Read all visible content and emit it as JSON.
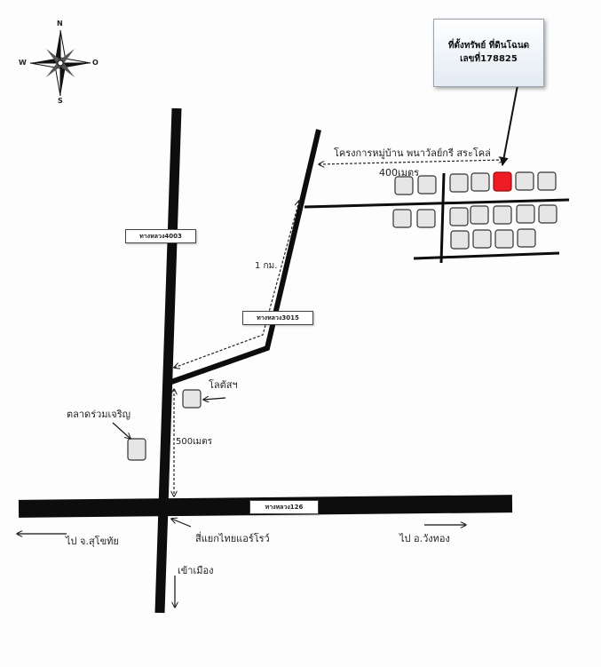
{
  "callout": {
    "line1": "ที่ตั้งทรัพย์ ที่ดินโฉนด",
    "line2": "เลขที่178825"
  },
  "compass": {
    "n": "N",
    "s": "S",
    "w": "W",
    "e": "O"
  },
  "road_signs": {
    "hw4003": "ทางหลวง4003",
    "hw3015": "ทางหลวง3015",
    "hw126": "ทางหลวง126"
  },
  "labels": {
    "project": "โครงการหมู่บ้าน พนาวัลย์กรี สระโคล่",
    "dist_400": "400เมตร",
    "dist_1km": "1 กม.",
    "dist_500": "500เมตร",
    "lotus": "โลตัสฯ",
    "market": "ตลาดร่วมเจริญ",
    "to_sukhothai": "ไป จ.สุโขทัย",
    "to_wangthong": "ไป อ.วังทอง",
    "intersection": "สี่แยกไทยแอร์โรว์",
    "to_city": "เข้าเมือง"
  },
  "colors": {
    "road": "#0d0d0d",
    "plot_fill": "#e6e6e6",
    "target_plot": "#ee1c24",
    "callout_bg": "#e3ebf3"
  }
}
